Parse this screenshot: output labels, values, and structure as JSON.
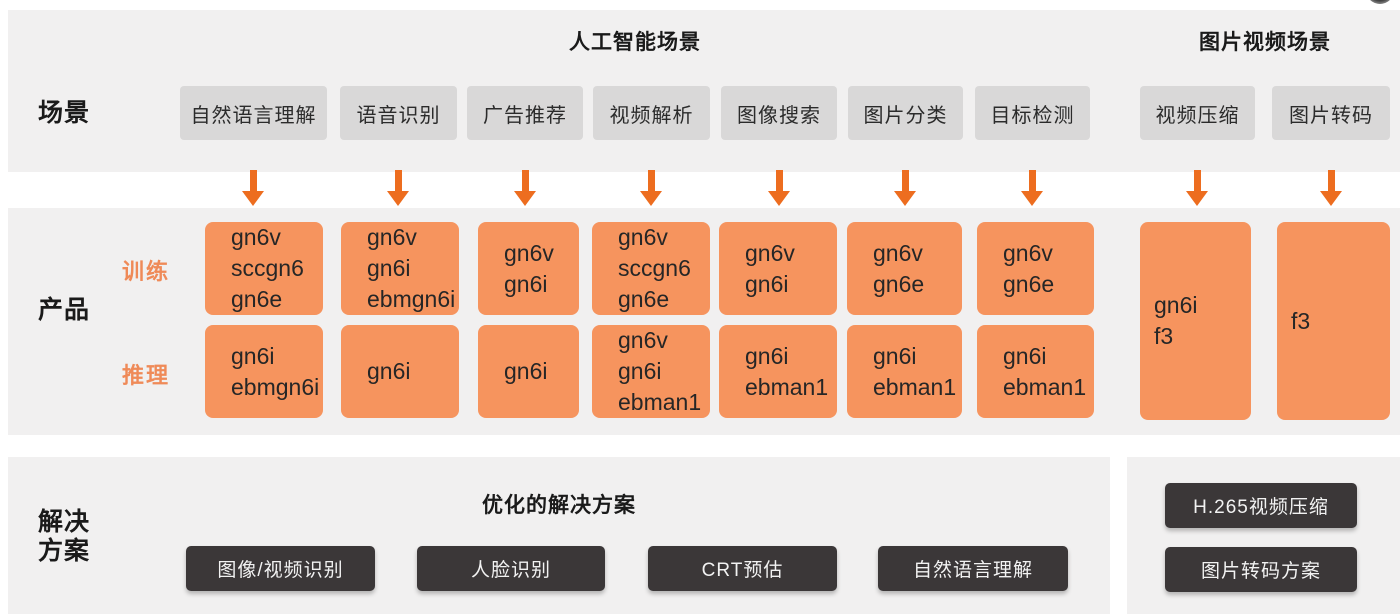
{
  "colors": {
    "panel_bg": "#F1F0F0",
    "scene_box_bg": "#D9D8D8",
    "product_box_bg": "#F6945E",
    "arrow_accent": "#ED6D1F",
    "train_infer_label": "#EF8A58",
    "solution_box_bg": "#3B3738",
    "solution_box_text": "#F2F2F2",
    "text_dark": "#262626"
  },
  "icons": {
    "down_arrow": "orange-down-arrow",
    "corner_partial_circle": "dark-circle-cut-off-at-top-edge"
  },
  "scene_row": {
    "label": "场景",
    "ai_header": "人工智能场景",
    "media_header": "图片视频场景",
    "ai_items": [
      "自然语言理解",
      "语音识别",
      "广告推荐",
      "视频解析",
      "图像搜索",
      "图片分类",
      "目标检测"
    ],
    "media_items": [
      "视频压缩",
      "图片转码"
    ]
  },
  "product_row": {
    "label": "产品",
    "train_label": "训练",
    "infer_label": "推理",
    "ai_columns": [
      {
        "train": "gn6v\nsccgn6\ngn6e",
        "infer": "gn6i\nebmgn6i"
      },
      {
        "train": "gn6v\ngn6i\nebmgn6i",
        "infer": "gn6i"
      },
      {
        "train": "gn6v\ngn6i",
        "infer": "gn6i"
      },
      {
        "train": "gn6v\nsccgn6\ngn6e",
        "infer": "gn6v\ngn6i\nebman1"
      },
      {
        "train": "gn6v\ngn6i",
        "infer": "gn6i\nebman1"
      },
      {
        "train": "gn6v\ngn6e",
        "infer": "gn6i\nebman1"
      },
      {
        "train": "gn6v\ngn6e",
        "infer": "gn6i\nebman1"
      }
    ],
    "media_columns": [
      {
        "text": "gn6i\nf3"
      },
      {
        "text": "f3"
      }
    ]
  },
  "solution_row": {
    "label": "解决\n方案",
    "header": "优化的解决方案",
    "ai_items": [
      "图像/视频识别",
      "人脸识别",
      "CRT预估",
      "自然语言理解"
    ],
    "media_items": [
      "H.265视频压缩",
      "图片转码方案"
    ]
  }
}
